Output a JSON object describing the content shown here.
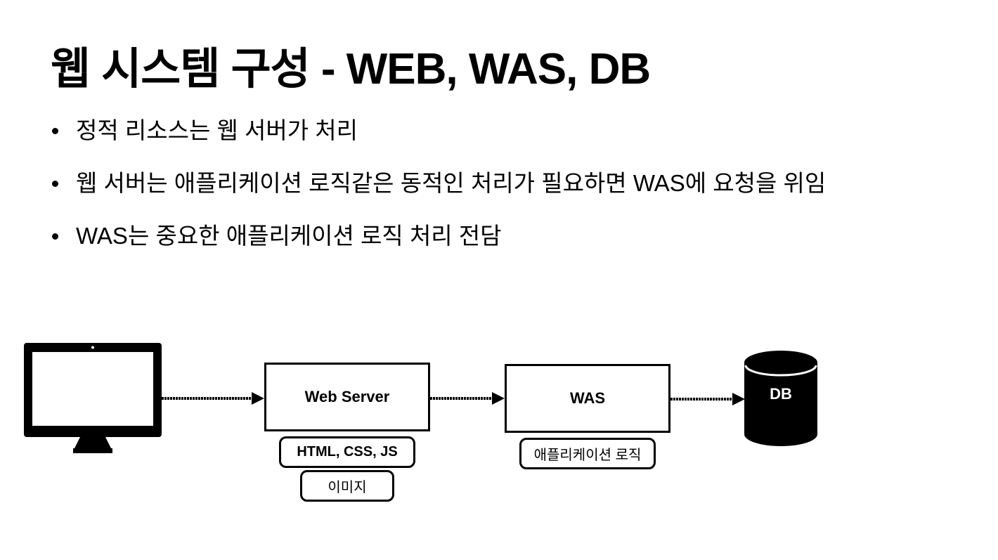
{
  "title": "웹 시스템 구성 - WEB, WAS, DB",
  "bullets": [
    "정적 리소스는 웹 서버가 처리",
    "웹 서버는 애플리케이션 로직같은 동적인 처리가 필요하면 WAS에 요청을 위임",
    "WAS는 중요한 애플리케이션 로직 처리 전담"
  ],
  "diagram": {
    "web_server": {
      "label": "Web Server",
      "tags": [
        "HTML, CSS, JS",
        "이미지"
      ]
    },
    "was": {
      "label": "WAS",
      "tags": [
        "애플리케이션 로직"
      ]
    },
    "db": {
      "label": "DB"
    },
    "client_icon": "monitor-icon"
  }
}
